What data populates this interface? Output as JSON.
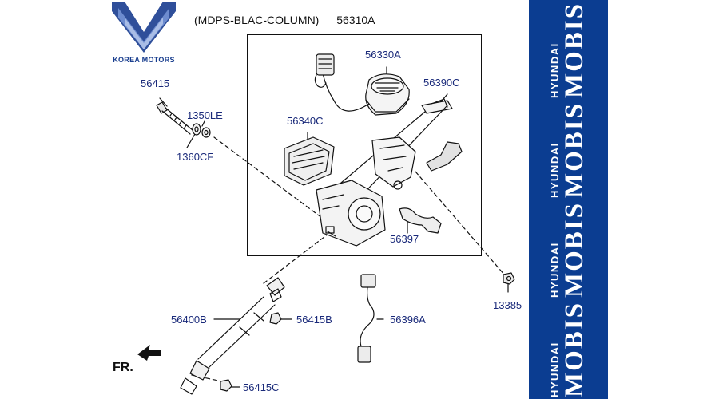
{
  "logo": {
    "company": "KOREA MOTORS",
    "color": "#1a3f8f"
  },
  "diagram": {
    "title": "(MDPS-BLAC-COLUMN)",
    "assembly_part": "56310A",
    "direction_marker": "FR.",
    "parts": {
      "p56415": "56415",
      "p1350LE": "1350LE",
      "p1360CF": "1360CF",
      "p56330A": "56330A",
      "p56390C": "56390C",
      "p56340C": "56340C",
      "p56397": "56397",
      "p13385": "13385",
      "p56400B": "56400B",
      "p56415B": "56415B",
      "p56396A": "56396A",
      "p56415C": "56415C"
    },
    "label_color": "#1a2a7a"
  },
  "brand_panel": {
    "color": "#0b3d91",
    "items": [
      {
        "small": "HYUNDAI",
        "big": "MOBIS"
      },
      {
        "small": "HYUNDAI",
        "big": "MOBIS"
      },
      {
        "small": "HYUNDAI",
        "big": "MOBIS"
      },
      {
        "small": "HYUNDAI",
        "big": "MOBIS"
      }
    ]
  }
}
